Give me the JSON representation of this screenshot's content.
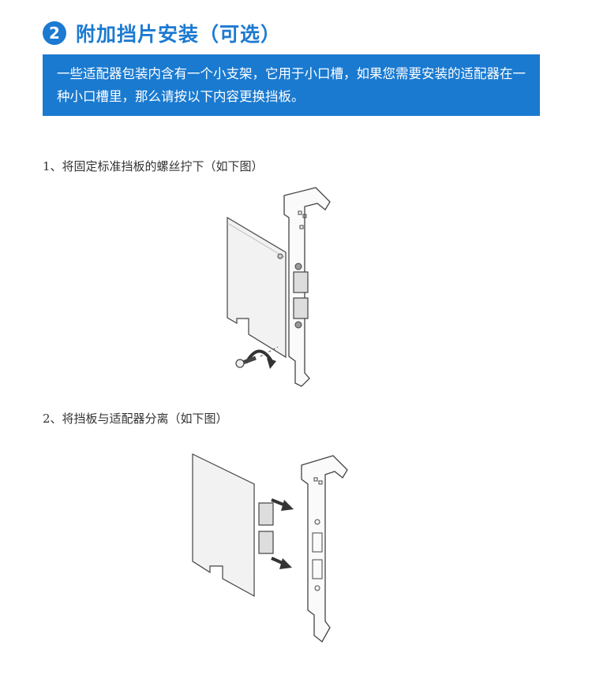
{
  "header": {
    "step_badge": "2",
    "title": "附加挡片安装（可选）"
  },
  "note": {
    "text": "一些适配器包装内含有一个小支架，它用于小口槽，如果您需要安装的适配器在一种小口槽里，那么请按以下内容更换挡板。"
  },
  "steps": [
    {
      "text": "1、将固定标准挡板的螺丝拧下（如下图）"
    },
    {
      "text": "2、将挡板与适配器分离（如下图）"
    }
  ],
  "colors": {
    "accent": "#1c7ad1",
    "note_background": "#1a7ad0"
  }
}
